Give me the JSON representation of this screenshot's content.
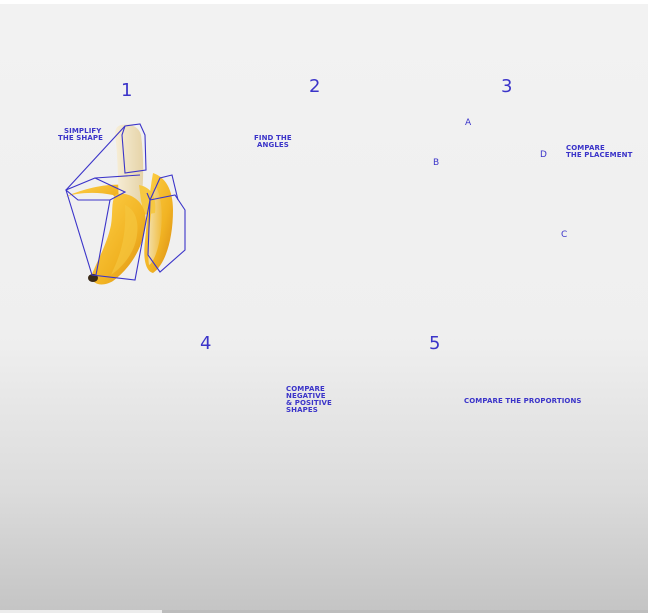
{
  "steps": [
    {
      "number": "1",
      "note": [
        "SIMPLIFY",
        "THE SHAPE"
      ]
    },
    {
      "number": "2",
      "note": [
        "FIND THE",
        "ANGLES"
      ]
    },
    {
      "number": "3",
      "note": [
        "COMPARE",
        "THE PLACEMENT"
      ],
      "letters": [
        "A",
        "B",
        "C",
        "D"
      ]
    },
    {
      "number": "4",
      "note": [
        "COMPARE",
        "NEGATIVE",
        "& POSITIVE",
        "SHAPES"
      ]
    },
    {
      "number": "5",
      "note": [
        "COMPARE THE PROPORTIONS"
      ]
    }
  ],
  "colors": {
    "ink": "#3b34c9",
    "banana_peel": "#f1b323",
    "banana_flesh": "#f4ead0",
    "hatch": "#3b34c9"
  },
  "icons": [
    "banana-illustration",
    "guide-arrow"
  ],
  "video": {
    "progress_fraction": 0.25
  }
}
